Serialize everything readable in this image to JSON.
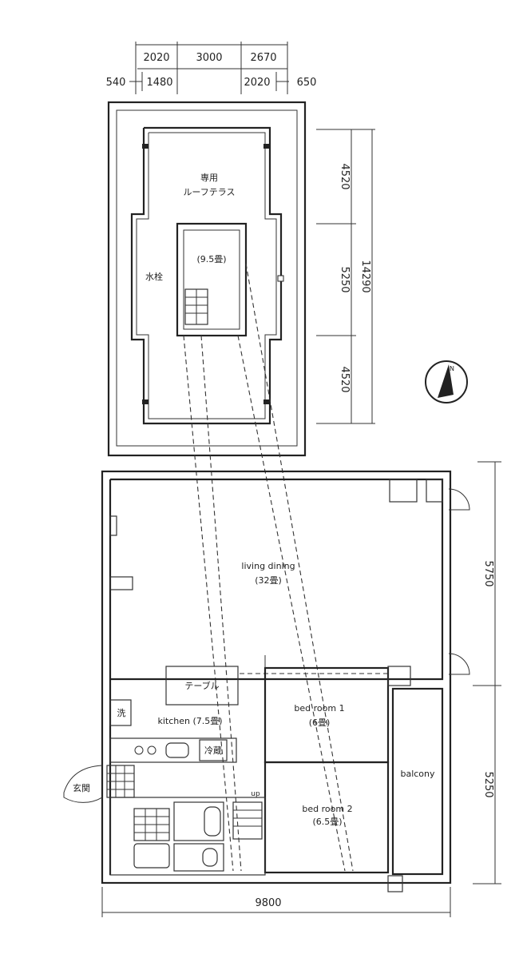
{
  "top_dimensions": {
    "upper_row": [
      "2020",
      "3000",
      "2670"
    ],
    "lower_row": [
      "540",
      "1480",
      "2020",
      "650"
    ]
  },
  "roof_level": {
    "label_line1": "専用",
    "label_line2": "ルーフテラス",
    "room_label": "(9.5畳)",
    "faucet_label": "水栓",
    "dimensions": [
      "4520",
      "5250",
      "4520"
    ],
    "total": "14290"
  },
  "main_level": {
    "living": {
      "name": "living dining",
      "size": "(32畳)"
    },
    "table": "テーブル",
    "kitchen": "kitchen (7.5畳)",
    "wash_label": "洗",
    "storage_label": "冷蔵",
    "entrance_label": "玄関",
    "bedroom1": {
      "name": "bed room 1",
      "size": "(6畳)"
    },
    "bedroom2": {
      "name": "bed room 2",
      "size": "(6.5畳)"
    },
    "balcony": "balcony",
    "stair_label": "up",
    "right_dimensions": [
      "5750",
      "5250"
    ],
    "bottom_dimension": "9800"
  },
  "compass": {
    "label": "N"
  }
}
